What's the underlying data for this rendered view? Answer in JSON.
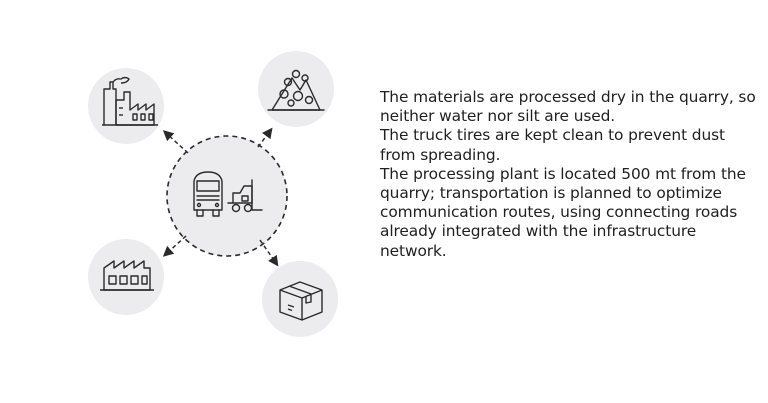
{
  "diagram": {
    "center": "truck-forklift-icon",
    "nodes": [
      {
        "icon": "factory-icon"
      },
      {
        "icon": "quarry-icon"
      },
      {
        "icon": "processing-plant-icon"
      },
      {
        "icon": "box-icon"
      }
    ],
    "colors": {
      "circle_fill": "#ececef",
      "stroke": "#2a2a2a",
      "text": "#1f1f1f",
      "background": "#ffffff"
    }
  },
  "text": {
    "paragraphs": [
      "The materials are processed dry in the quarry, so neither water nor silt are used.",
      "The truck tires are kept clean to prevent dust from spreading.",
      "The processing plant is located 500 mt from the quarry; transportation is planned to optimize communication routes, using connecting roads already integrated with the infrastructure network."
    ]
  }
}
